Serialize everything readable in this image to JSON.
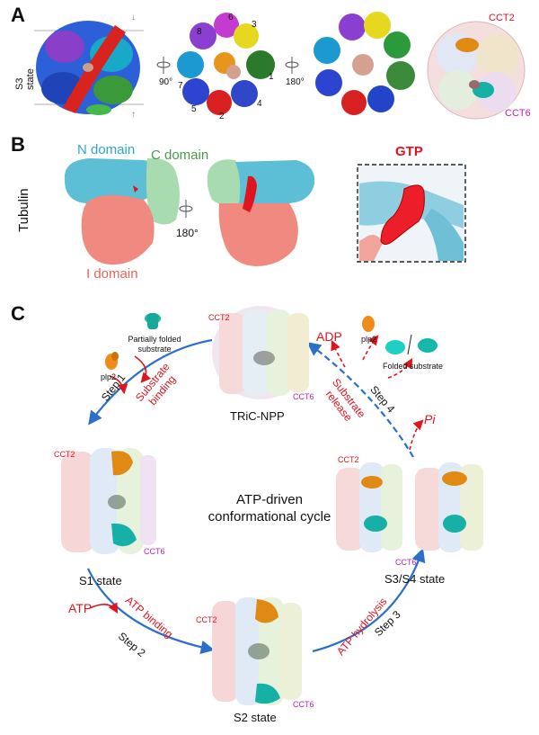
{
  "panel_a": {
    "letter": "A",
    "state_label": "S3 state",
    "rot1": "90°",
    "rot2": "180°",
    "subunits": [
      "1",
      "2",
      "3",
      "4",
      "5",
      "6",
      "7",
      "8"
    ],
    "cct2": "CCT2",
    "cct6": "CCT6"
  },
  "panel_b": {
    "letter": "B",
    "tubulin": "Tubulin",
    "n_domain": "N domain",
    "c_domain": "C domain",
    "i_domain": "I domain",
    "rot": "180°",
    "gtp": "GTP"
  },
  "panel_c": {
    "letter": "C",
    "center_title_1": "ATP-driven",
    "center_title_2": "conformational cycle",
    "tric": "TRiC-NPP",
    "s1": "S1 state",
    "s2": "S2 state",
    "s34": "S3/S4 state",
    "cct2": "CCT2",
    "cct6": "CCT6",
    "partial": "Partially folded substrate",
    "plp2": "plp2",
    "folded": "Folded substrate",
    "adp": "ADP",
    "pi": "Pi",
    "atp": "ATP",
    "step1": "Step 1",
    "step2": "Step 2",
    "step3": "Step 3",
    "step4": "Step 4",
    "substrate_binding_1": "Substrate",
    "substrate_binding_2": "binding",
    "substrate_release_1": "Substrate",
    "substrate_release_2": "release",
    "atp_binding": "ATP binding",
    "atp_hydrolysis": "ATP hydrolysis"
  }
}
